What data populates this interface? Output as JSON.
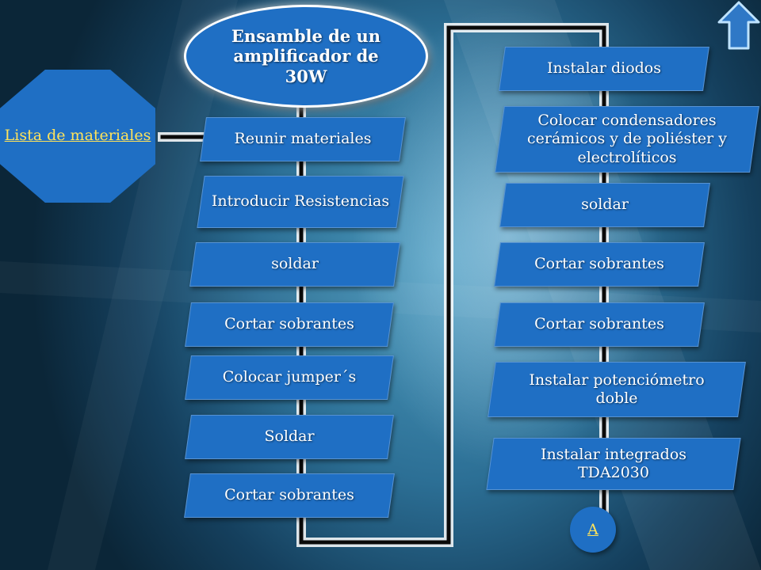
{
  "title": "Ensamble de un amplificador de 30W",
  "side_link": "Lista de materiales",
  "connector_label": "A",
  "icons": {
    "nav": "up-arrow-icon"
  },
  "colors": {
    "box": "#1f6fc4",
    "link": "#ffe35a",
    "connector": "#0a0a0a"
  },
  "flow": {
    "left_steps": [
      "Reunir materiales",
      "Introducir Resistencias",
      "soldar",
      "Cortar sobrantes",
      "Colocar jumper´s",
      "Soldar",
      "Cortar sobrantes"
    ],
    "right_steps": [
      "Instalar diodos",
      "Colocar condensadores cerámicos y de poliéster y electrolíticos",
      "soldar",
      "Cortar sobrantes",
      "Cortar sobrantes",
      "Instalar potenciómetro doble",
      "Instalar integrados TDA2030"
    ]
  }
}
